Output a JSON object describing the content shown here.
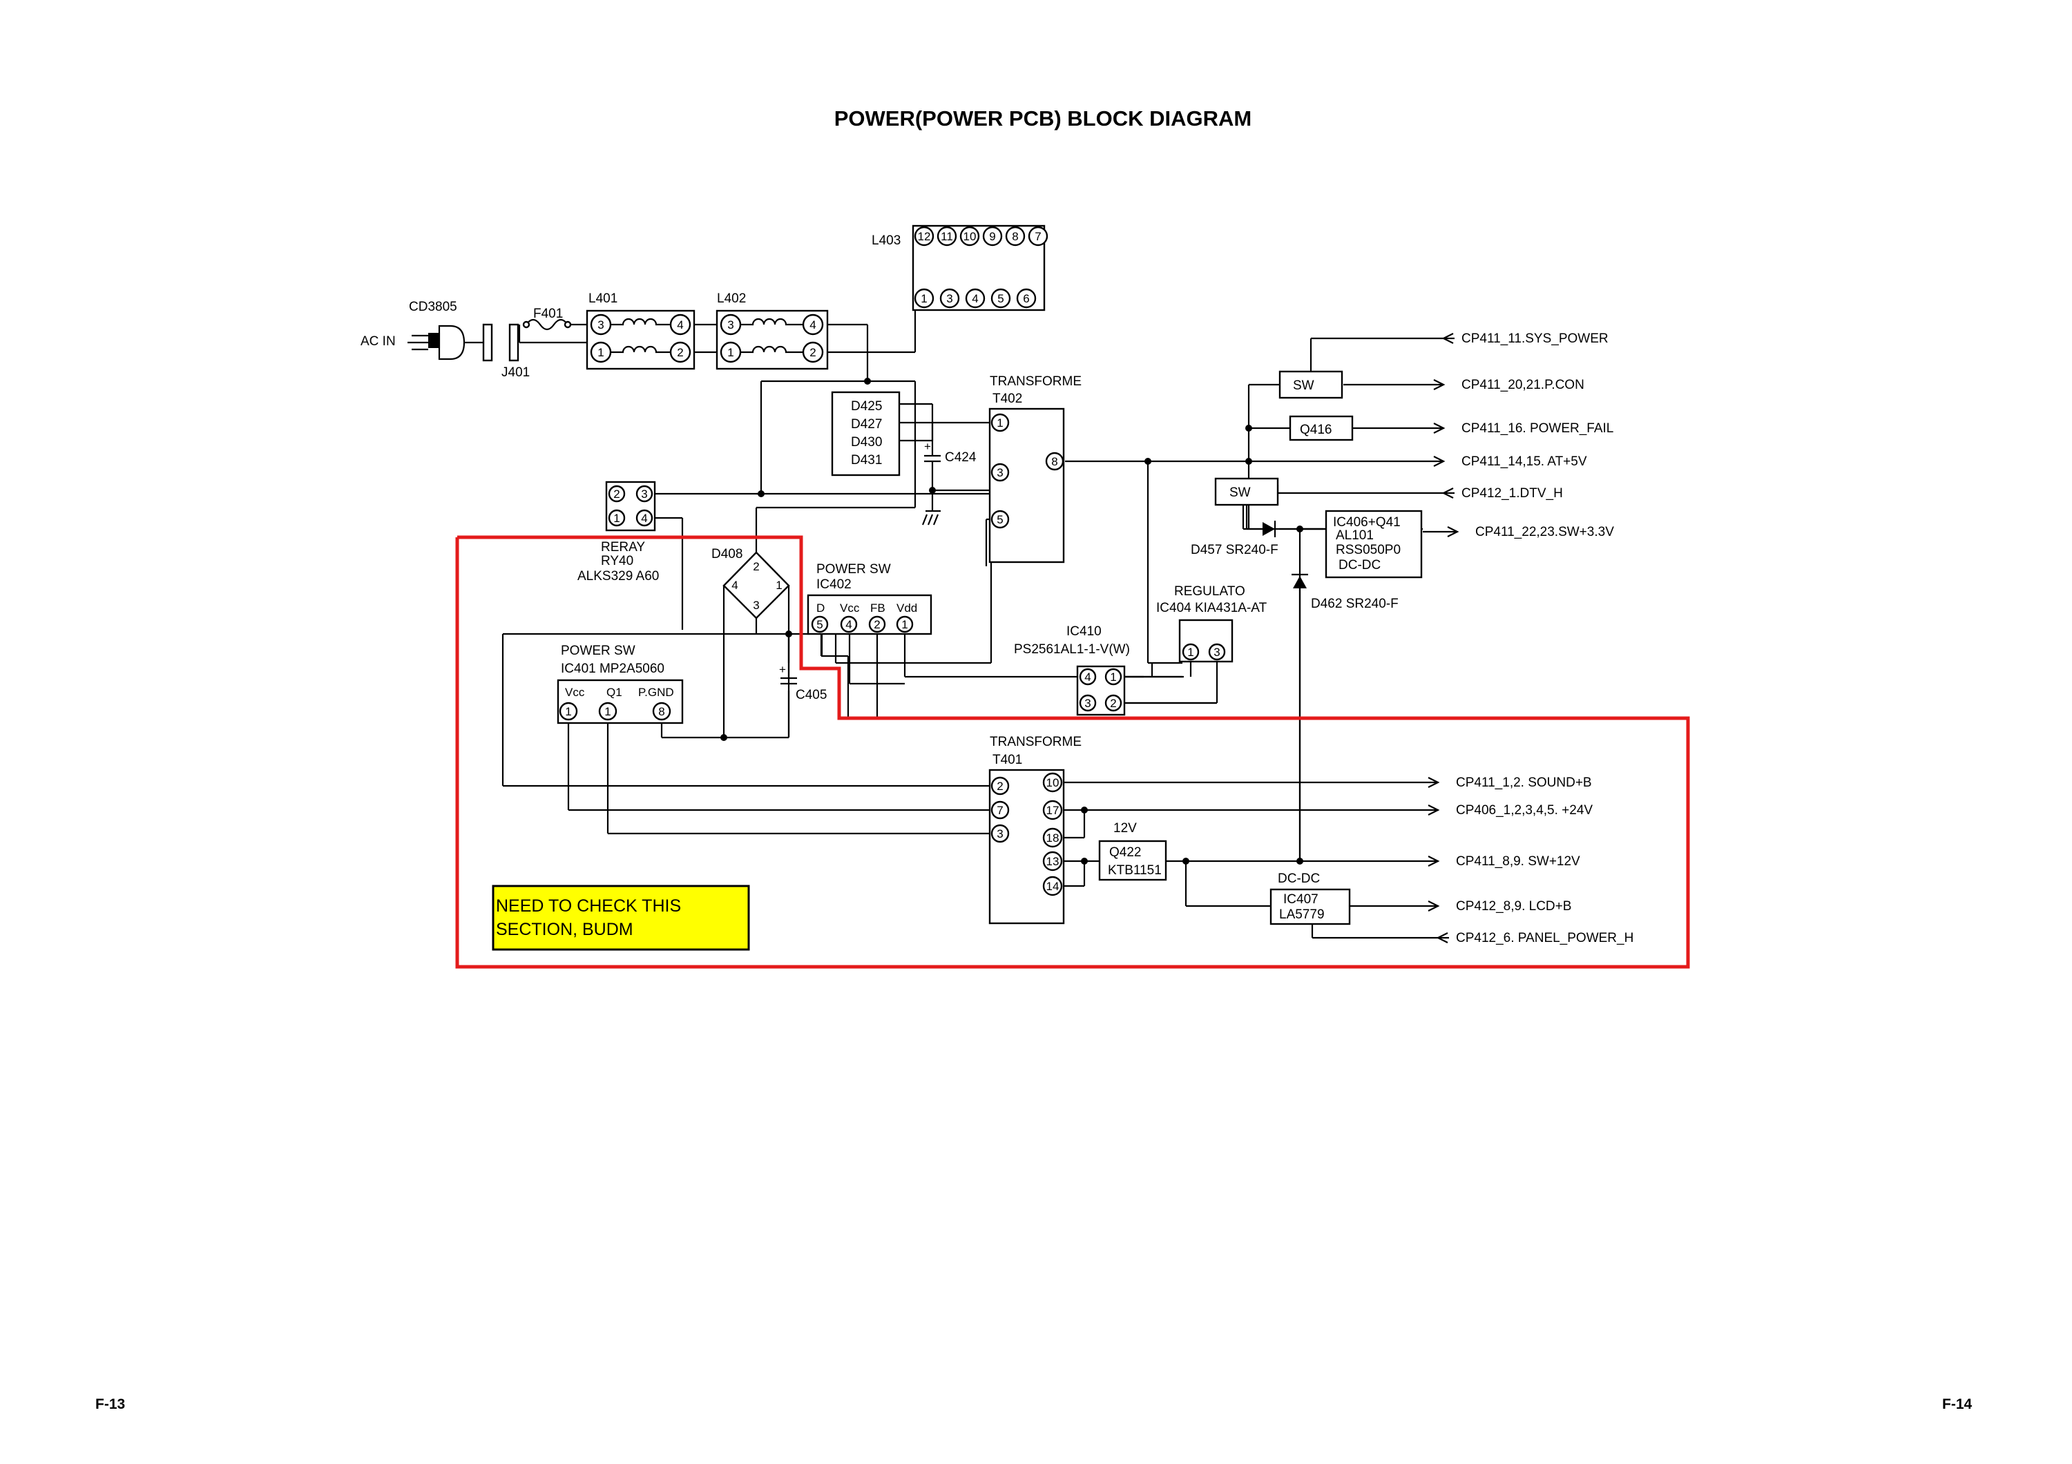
{
  "title": "POWER(POWER PCB) BLOCK DIAGRAM",
  "page_left": "F-13",
  "page_right": "F-14",
  "note": {
    "line1": "NEED TO CHECK THIS",
    "line2": "SECTION, BUDM",
    "color": "#ffff00"
  },
  "highlight_color": "#e41b1b",
  "components": {
    "ac_in": "AC IN",
    "cd3805": "CD3805",
    "j401": "J401",
    "f401": "F401",
    "l401": "L401",
    "l402": "L402",
    "l403": "L403",
    "diodes": [
      "D425",
      "D427",
      "D430",
      "D431"
    ],
    "c424": "C424",
    "t402_line1": "TRANSFORME",
    "t402_line2": "T402",
    "relay": [
      "RERAY",
      "RY40",
      "ALKS329  A60"
    ],
    "d408": "D408",
    "power_sw_ic402": [
      "POWER SW",
      "IC402"
    ],
    "ic402_pins": [
      "D",
      "Vcc",
      "FB",
      "Vdd"
    ],
    "power_sw_ic401": [
      "POWER SW",
      "IC401 MP2A5060"
    ],
    "ic401_pins": [
      "Vcc",
      "Q1",
      "P.GND"
    ],
    "c405": "C405",
    "ic410": [
      "IC410",
      "PS2561AL1-1-V(W)"
    ],
    "regulator": [
      "REGULATO",
      "IC404  KIA431A-AT"
    ],
    "sw": "SW",
    "q416": "Q416",
    "d457": "D457 SR240-F",
    "d462": "D462 SR240-F",
    "ic406": [
      "IC406+Q41",
      "AL101",
      "RSS050P0",
      "DC-DC"
    ],
    "t401_line1": "TRANSFORME",
    "t401_line2": "T401",
    "v12": "12V",
    "q422": [
      "Q422",
      "KTB1151"
    ],
    "dcdc": "DC-DC",
    "ic407": [
      "IC407",
      "LA5779"
    ]
  },
  "pins": {
    "l401": [
      "3",
      "4",
      "1",
      "2"
    ],
    "l402": [
      "3",
      "4",
      "1",
      "2"
    ],
    "l403_top": [
      "12",
      "11",
      "10",
      "9",
      "8",
      "7"
    ],
    "l403_bottom": [
      "1",
      "3",
      "4",
      "5",
      "6"
    ],
    "t402": [
      "1",
      "3",
      "5",
      "8"
    ],
    "relay": [
      "2",
      "3",
      "1",
      "4"
    ],
    "d408": [
      "2",
      "4",
      "1",
      "3"
    ],
    "ic402": [
      "5",
      "4",
      "2",
      "1"
    ],
    "ic401": [
      "1",
      "1",
      "8"
    ],
    "ic410": [
      "4",
      "1",
      "3",
      "2"
    ],
    "ic404": [
      "1",
      "3"
    ],
    "t401": [
      "2",
      "7",
      "3",
      "10",
      "17",
      "18",
      "13",
      "14"
    ]
  },
  "outputs": [
    "CP411_11.SYS_POWER",
    "CP411_20,21.P.CON",
    "CP411_16. POWER_FAIL",
    "CP411_14,15. AT+5V",
    "CP412_1.DTV_H",
    "CP411_22,23.SW+3.3V",
    "CP411_1,2. SOUND+B",
    "CP406_1,2,3,4,5. +24V",
    "CP411_8,9. SW+12V",
    "CP412_8,9. LCD+B",
    "CP412_6. PANEL_POWER_H"
  ]
}
